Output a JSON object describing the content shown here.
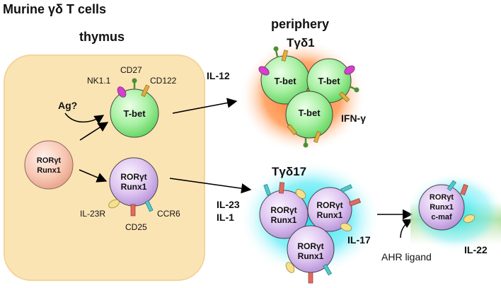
{
  "title": "Murine γδ T cells",
  "thymus": {
    "label": "thymus",
    "precursor_lines": [
      "RORγt",
      "Runx1"
    ],
    "ag_label": "Ag?",
    "tbet_cell": {
      "label": "T-bet",
      "markers": [
        "NK1.1",
        "CD27",
        "CD122"
      ]
    },
    "ror_cell": {
      "lines": [
        "RORγt",
        "Runx1"
      ],
      "markers": [
        "IL-23R",
        "CD25",
        "CCR6"
      ]
    }
  },
  "periphery": {
    "label": "periphery",
    "gd1": {
      "title": "Tγδ1",
      "cell_label": "T-bet",
      "cytokine": "IFN-γ",
      "inducer": "IL-12"
    },
    "gd17": {
      "title": "Tγδ17",
      "cell_lines": [
        "RORγt",
        "Runx1"
      ],
      "cytokine": "IL-17",
      "inducers": [
        "IL-23",
        "IL-1"
      ]
    },
    "il22": {
      "lines": [
        "RORγt",
        "Runx1",
        "c-maf"
      ],
      "cytokine": "IL-22",
      "ligand": "AHR ligand"
    }
  },
  "colors": {
    "thymus_bg": "#fbe4b4",
    "thymus_border": "#f3d49a",
    "green_glow": "#ff7a2a",
    "cyan_glow": "#27e1f2",
    "tbet_cell": "#a8f0a3",
    "ror_cell": "#dfc6f1",
    "precursor_cell": "#f8c8b4",
    "magenta": "#d43fce",
    "gold": "#e2ae3e",
    "red": "#e26a60",
    "teal": "#4ec9ce",
    "yellow": "#f7e08a",
    "stem_green": "#4f8f37"
  }
}
